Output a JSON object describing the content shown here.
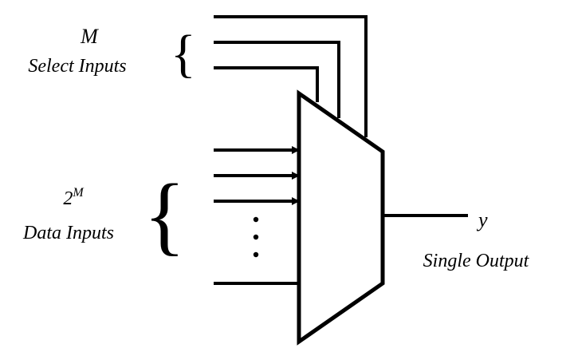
{
  "select_label": {
    "var": "M",
    "text": "Select Inputs"
  },
  "data_label": {
    "base": "2",
    "exp": "M",
    "text": "Data Inputs"
  },
  "output_label": {
    "var": "y",
    "text": "Single Output"
  },
  "stroke_color": "#000000",
  "background_color": "#ffffff"
}
